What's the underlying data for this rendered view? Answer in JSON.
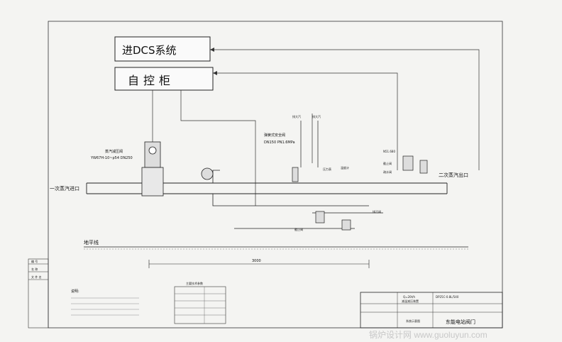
{
  "boxes": {
    "dcs": "进DCS系统",
    "control_cabinet": "自控柜"
  },
  "pipe": {
    "inlet_label": "一次蒸汽进口",
    "outlet_label": "二次蒸汽出口"
  },
  "valves": {
    "reducer_name": "蒸汽减压阀",
    "reducer_model": "YW67H-10~p54 DN250",
    "safety_valve_name": "弹簧式安全阀",
    "safety_valve_spec": "DN150 PN1.6MPa",
    "vent_1": "排大汽",
    "vent_2": "排大汽",
    "pressure_gauge": "压力表",
    "temperature_gauge": "温度计",
    "flowmeter": "N51.680",
    "stop_valve": "截止阀",
    "drain_valve_1": "疏水阀",
    "drain_valve_2": "截止阀",
    "relief": "排污阀"
  },
  "ground": {
    "ground_label": "地平线",
    "dimension": "3000"
  },
  "title_block": {
    "project_name": "东能电站阀门",
    "drawing_number": "DP25C-0.8L/540",
    "sub_title": "系统示意图",
    "flow_label": "Q=20t/h",
    "sub_label": "减温减压装置"
  },
  "left_table": {
    "row1": "编 号",
    "row2": "名 称",
    "row3": "文 件 名"
  },
  "legend_title": "主要技术参数",
  "notes_title": "说明:",
  "watermark": "锅炉设计网 www.guoluyun.com"
}
